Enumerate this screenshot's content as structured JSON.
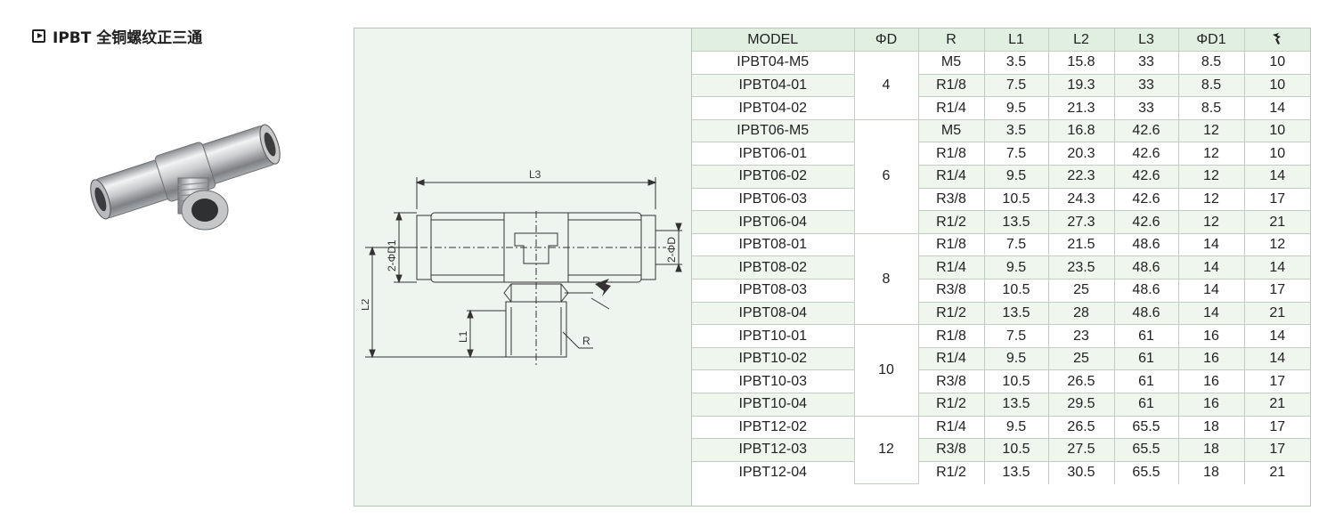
{
  "title": "IPBT 全铜螺纹正三通",
  "drawing": {
    "label_l3": "L3",
    "label_l2": "L2",
    "label_l1": "L1",
    "label_d1": "2-ΦD1",
    "label_d": "2-ΦD",
    "label_r": "R"
  },
  "table": {
    "headers": [
      "MODEL",
      "ΦD",
      "R",
      "L1",
      "L2",
      "L3",
      "ΦD1"
    ],
    "last_header_icon": "wrench-icon",
    "groups": [
      {
        "d": "4",
        "rows": [
          [
            "IPBT04-M5",
            "M5",
            "3.5",
            "15.8",
            "33",
            "8.5",
            "10"
          ],
          [
            "IPBT04-01",
            "R1/8",
            "7.5",
            "19.3",
            "33",
            "8.5",
            "10"
          ],
          [
            "IPBT04-02",
            "R1/4",
            "9.5",
            "21.3",
            "33",
            "8.5",
            "14"
          ]
        ]
      },
      {
        "d": "6",
        "rows": [
          [
            "IPBT06-M5",
            "M5",
            "3.5",
            "16.8",
            "42.6",
            "12",
            "10"
          ],
          [
            "IPBT06-01",
            "R1/8",
            "7.5",
            "20.3",
            "42.6",
            "12",
            "10"
          ],
          [
            "IPBT06-02",
            "R1/4",
            "9.5",
            "22.3",
            "42.6",
            "12",
            "14"
          ],
          [
            "IPBT06-03",
            "R3/8",
            "10.5",
            "24.3",
            "42.6",
            "12",
            "17"
          ],
          [
            "IPBT06-04",
            "R1/2",
            "13.5",
            "27.3",
            "42.6",
            "12",
            "21"
          ]
        ]
      },
      {
        "d": "8",
        "rows": [
          [
            "IPBT08-01",
            "R1/8",
            "7.5",
            "21.5",
            "48.6",
            "14",
            "12"
          ],
          [
            "IPBT08-02",
            "R1/4",
            "9.5",
            "23.5",
            "48.6",
            "14",
            "14"
          ],
          [
            "IPBT08-03",
            "R3/8",
            "10.5",
            "25",
            "48.6",
            "14",
            "17"
          ],
          [
            "IPBT08-04",
            "R1/2",
            "13.5",
            "28",
            "48.6",
            "14",
            "21"
          ]
        ]
      },
      {
        "d": "10",
        "rows": [
          [
            "IPBT10-01",
            "R1/8",
            "7.5",
            "23",
            "61",
            "16",
            "14"
          ],
          [
            "IPBT10-02",
            "R1/4",
            "9.5",
            "25",
            "61",
            "16",
            "14"
          ],
          [
            "IPBT10-03",
            "R3/8",
            "10.5",
            "26.5",
            "61",
            "16",
            "17"
          ],
          [
            "IPBT10-04",
            "R1/2",
            "13.5",
            "29.5",
            "61",
            "16",
            "21"
          ]
        ]
      },
      {
        "d": "12",
        "rows": [
          [
            "IPBT12-02",
            "R1/4",
            "9.5",
            "26.5",
            "65.5",
            "18",
            "17"
          ],
          [
            "IPBT12-03",
            "R3/8",
            "10.5",
            "27.5",
            "65.5",
            "18",
            "17"
          ],
          [
            "IPBT12-04",
            "R1/2",
            "13.5",
            "30.5",
            "65.5",
            "18",
            "21"
          ]
        ]
      }
    ]
  }
}
